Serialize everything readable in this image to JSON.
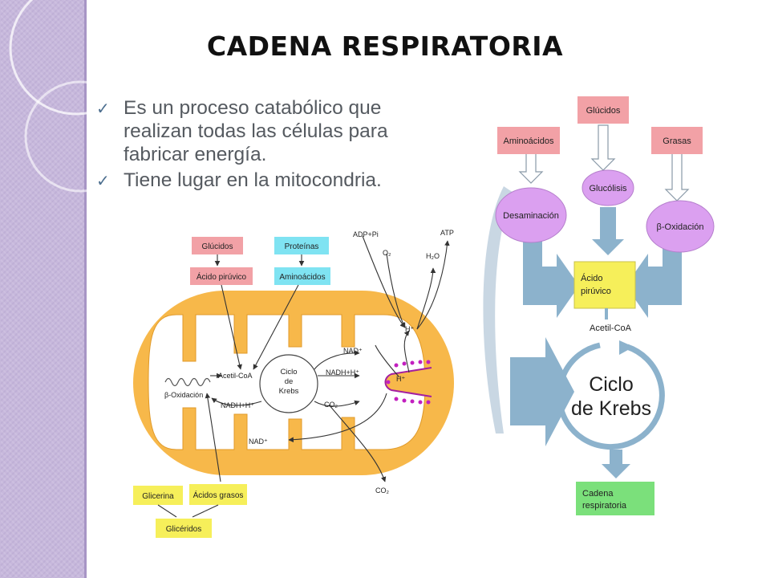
{
  "slide": {
    "title": "CADENA RESPIRATORIA",
    "bullets": [
      "Es un proceso catabólico que realizan todas las células para fabricar energía.",
      "Tiene lugar en la mitocondria."
    ]
  },
  "mito": {
    "glucidos": "Glúcidos",
    "acido_piruvico": "Ácido pirúvico",
    "proteinas": "Proteínas",
    "aminoacidos": "Aminoácidos",
    "adp_pi": "ADP+Pi",
    "atp": "ATP",
    "o2": "O₂",
    "h2o": "H₂O",
    "h_plus_top": "H⁺",
    "h_plus_inner": "H⁺",
    "nad_top": "NAD⁺",
    "nadh_right": "NADH+H⁺",
    "acetil_coa": "Acetil-CoA",
    "ciclo_krebs": [
      "Ciclo",
      "de",
      "Krebs"
    ],
    "beta_oxidacion": "β-Oxidación",
    "nadh_left": "NADH+H⁺",
    "co2_inner": "CO₂",
    "nad_bottom": "NAD⁺",
    "co2_out": "CO₂",
    "glicerina": "Glicerina",
    "acidos_grasos": "Ácidos grasos",
    "gliceridos": "Glicéridos"
  },
  "flow": {
    "glucidos": "Glúcidos",
    "aminoacidos": "Aminoácidos",
    "grasas": "Grasas",
    "desaminacion": "Desaminación",
    "glucolisis": "Glucólisis",
    "beta_oxidacion": "β-Oxidación",
    "acido_piruvico": [
      "Ácido",
      "pirúvico"
    ],
    "acetil_coa": "Acetil-CoA",
    "ciclo_krebs": [
      "Ciclo",
      "de Krebs"
    ],
    "cadena": [
      "Cadena",
      "respiratoria"
    ]
  },
  "colors": {
    "pink": "#f2a1a6",
    "cyan": "#7fe3f2",
    "yellow": "#f6ef5a",
    "purple": "#dba0f0",
    "green": "#7be07b",
    "orange": "#f7b84a",
    "steel": "#8cb2cc"
  }
}
